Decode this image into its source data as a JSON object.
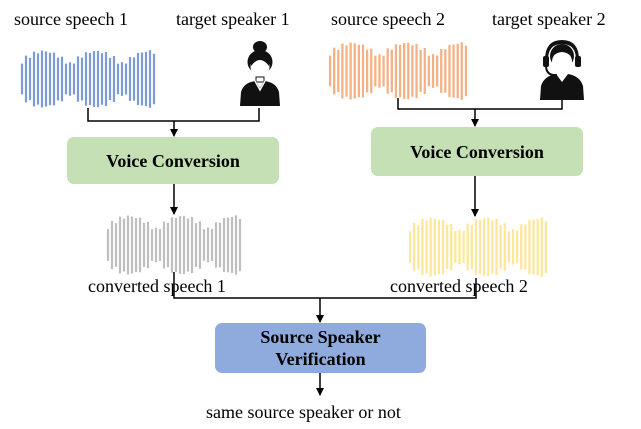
{
  "labels": {
    "source_1": "source speech 1",
    "target_1": "target speaker 1",
    "source_2": "source speech 2",
    "target_2": "target speaker 2",
    "converted_1": "converted speech 1",
    "converted_2": "converted speech 2",
    "output": "same source speaker or not"
  },
  "boxes": {
    "vc_1": "Voice Conversion",
    "vc_2": "Voice Conversion",
    "ssv_line1": "Source Speaker",
    "ssv_line2": "Verification"
  },
  "colors": {
    "source_1_wave": "#7d9bd6",
    "source_2_wave": "#f4b183",
    "converted_1_wave": "#bfbfbf",
    "converted_2_wave": "#ffe699",
    "voice_conversion_box": "#c5e0b4",
    "verification_box": "#8faadc"
  },
  "icons": {
    "target_1": "female-speaker-icon",
    "target_2": "male-speaker-headset-icon"
  }
}
